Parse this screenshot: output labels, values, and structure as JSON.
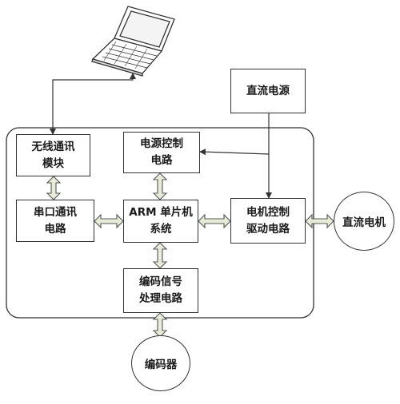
{
  "nodes": {
    "dc_power": "直流电源",
    "wireless_line1": "无线通讯",
    "wireless_line2": "模块",
    "power_ctrl_line1": "电源控制",
    "power_ctrl_line2": "电路",
    "serial_line1": "串口通讯",
    "serial_line2": "电路",
    "arm_line1": "ARM 单片机",
    "arm_line2": "系统",
    "motor_ctrl_line1": "电机控制",
    "motor_ctrl_line2": "驱动电路",
    "encoder_proc_line1": "编码信号",
    "encoder_proc_line2": "处理电路",
    "dc_motor": "直流电机",
    "encoder": "编码器"
  },
  "icons": {
    "computer": "laptop-icon"
  },
  "colors": {
    "line": "#333333",
    "double_arrow_fill": "#e6ecd8",
    "double_arrow_stroke": "#555555"
  }
}
